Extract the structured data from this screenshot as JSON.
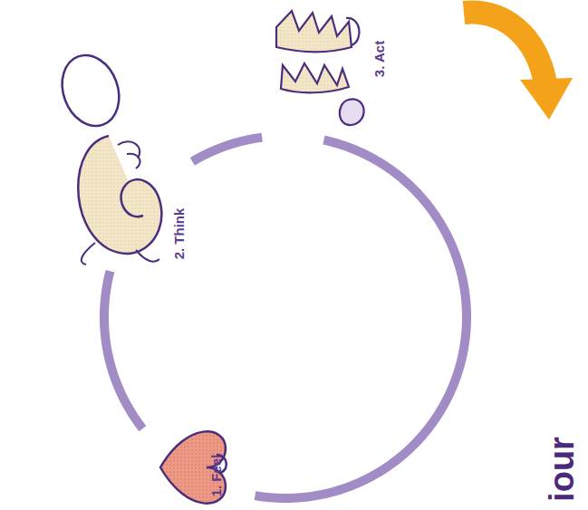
{
  "diagram": {
    "nodes": [
      {
        "text": [
          "1. Feel"
        ]
      },
      {
        "text": [
          "2. Think"
        ]
      },
      {
        "text": [
          "3. Act"
        ]
      }
    ],
    "edges": [
      {
        "from": 0,
        "to": 1,
        "arrow": "none"
      },
      {
        "from": 1,
        "to": 2,
        "arrow": "none"
      },
      {
        "from": 2,
        "to": 0,
        "arrow": "none"
      }
    ],
    "labels": [
      "iour"
    ]
  }
}
